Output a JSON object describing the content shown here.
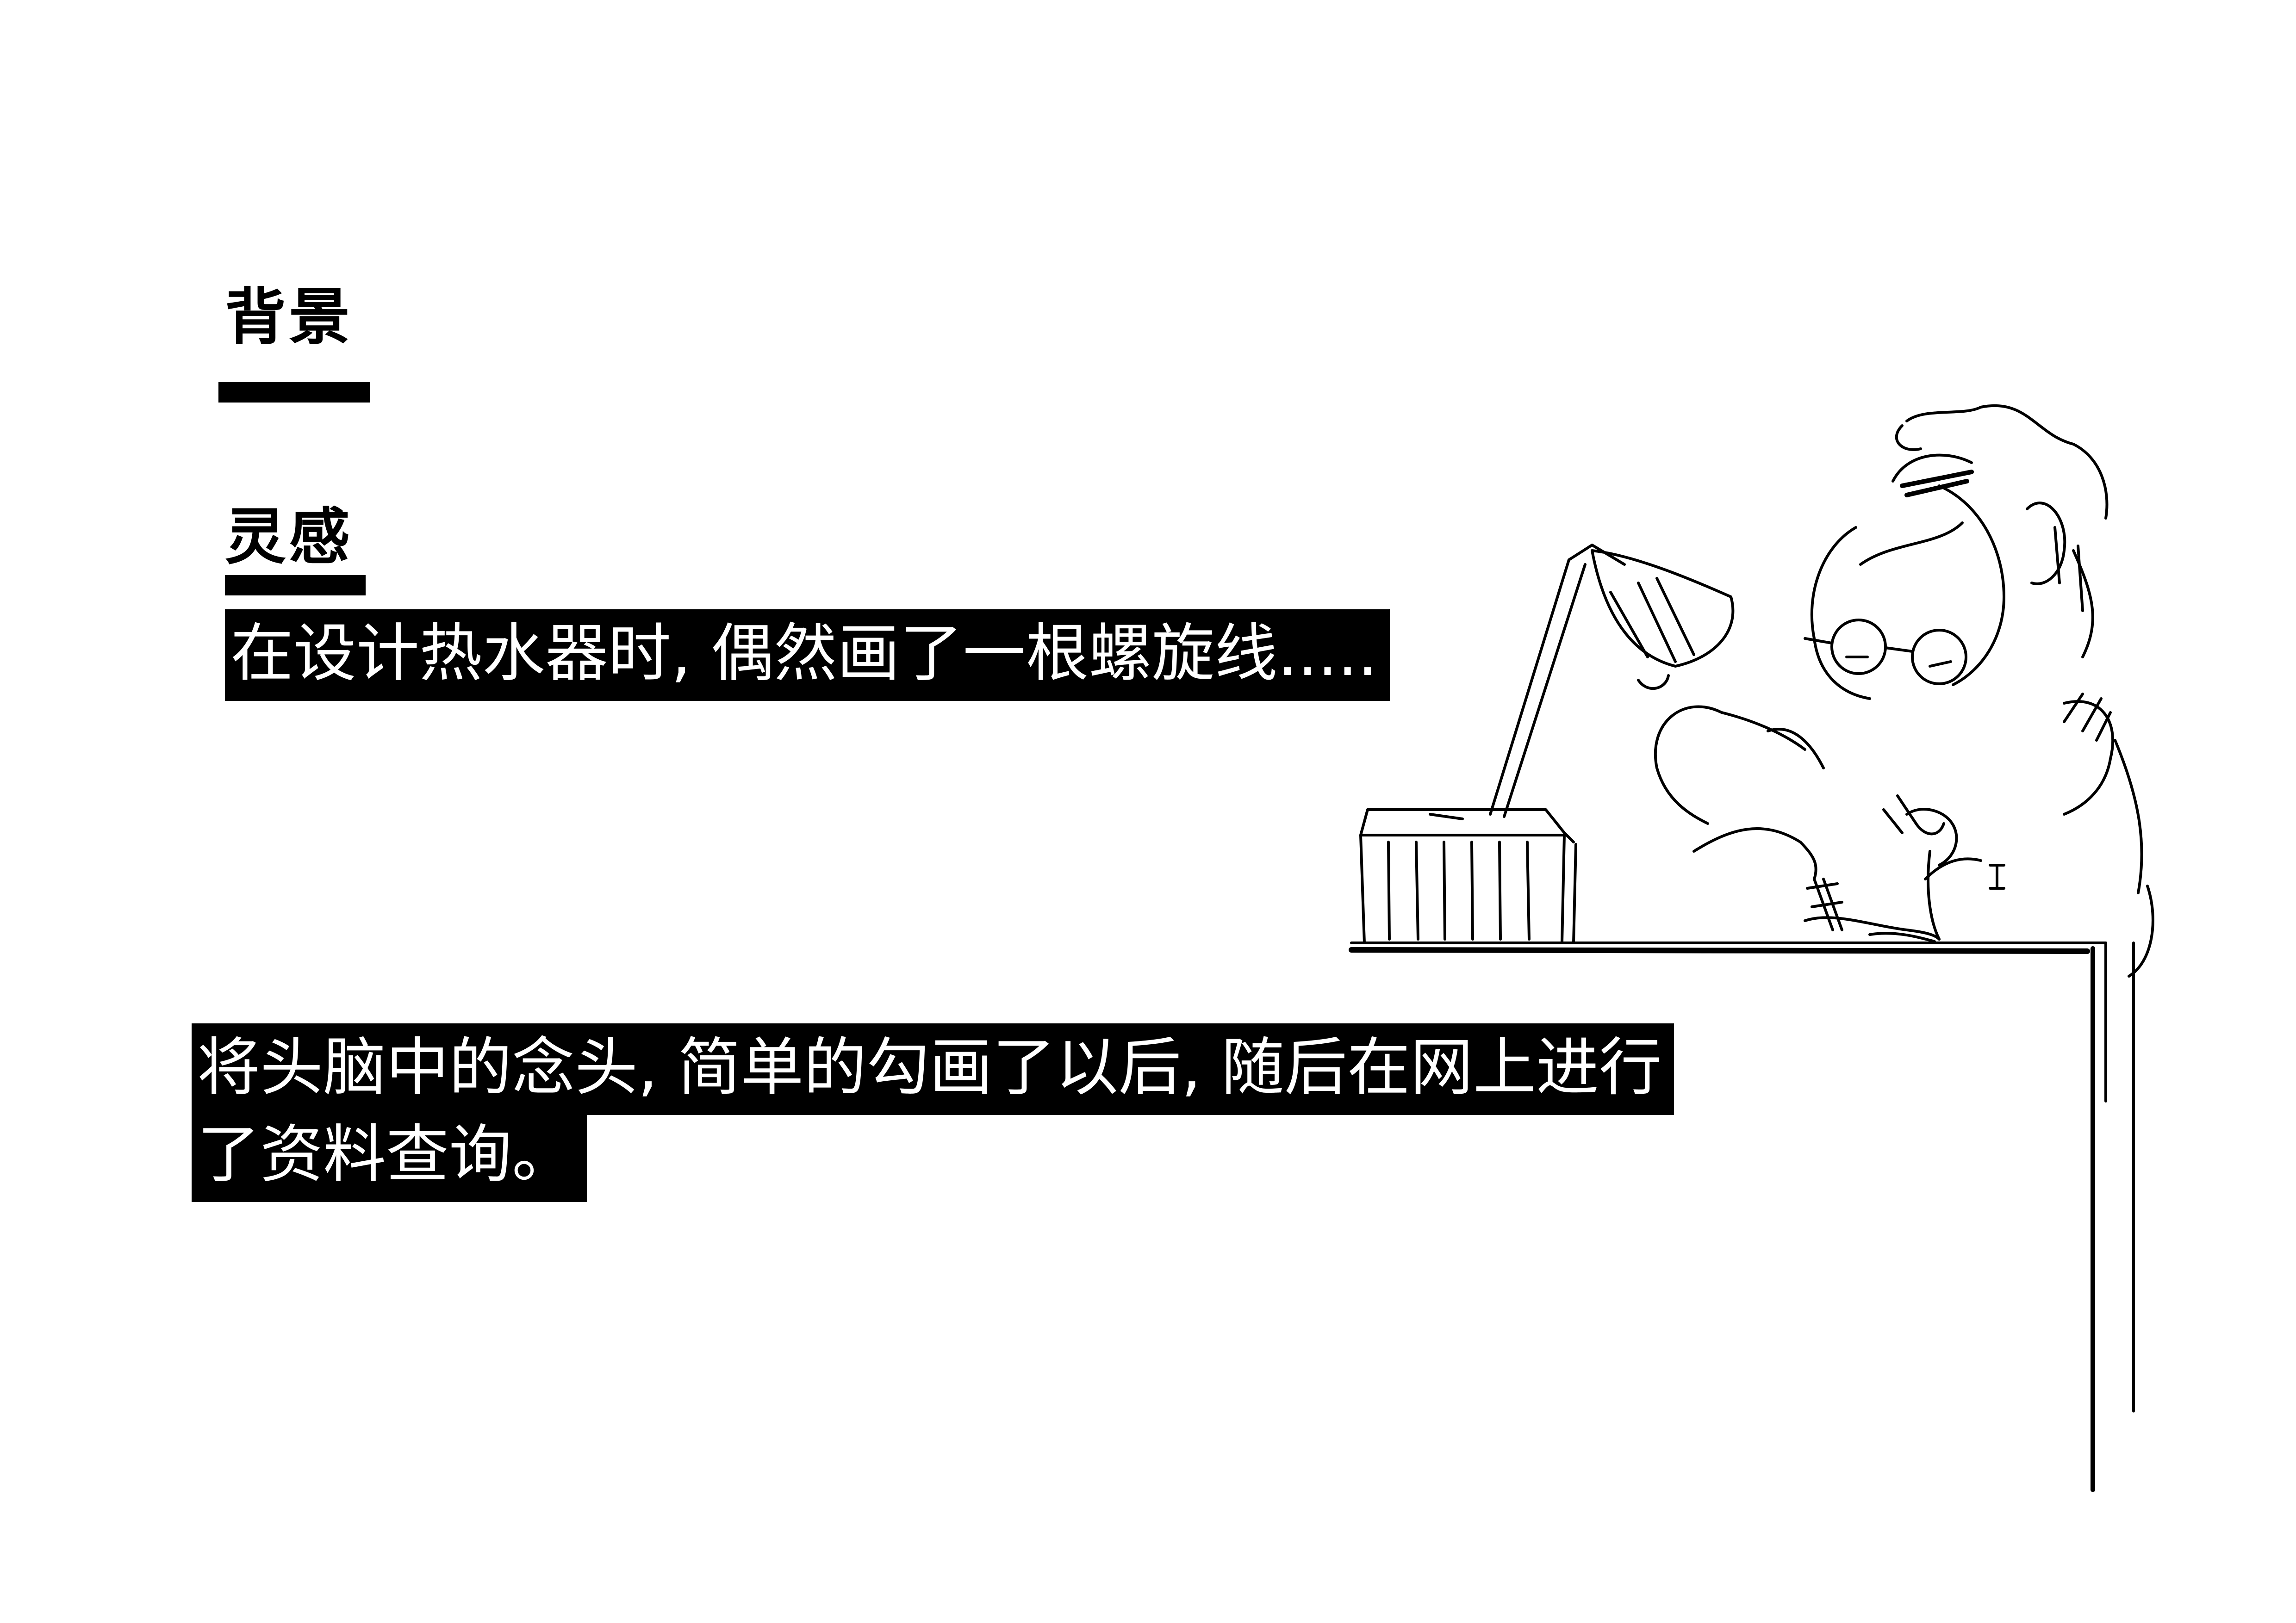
{
  "section_heading": "背景",
  "sub_heading": "灵感",
  "caption_1": "在设计热水器时, 偶然画了一根螺旋线.....",
  "caption_2_line_1": "将头脑中的念头, 简单的勾画了以后, 随后在网上进行",
  "caption_2_line_2": "了资料查询。",
  "colors": {
    "background": "#ffffff",
    "ink": "#000000",
    "highlight_text": "#ffffff"
  },
  "illustration": "line sketch of a person with glasses drawing at a desk beside a desk lamp and a small box"
}
